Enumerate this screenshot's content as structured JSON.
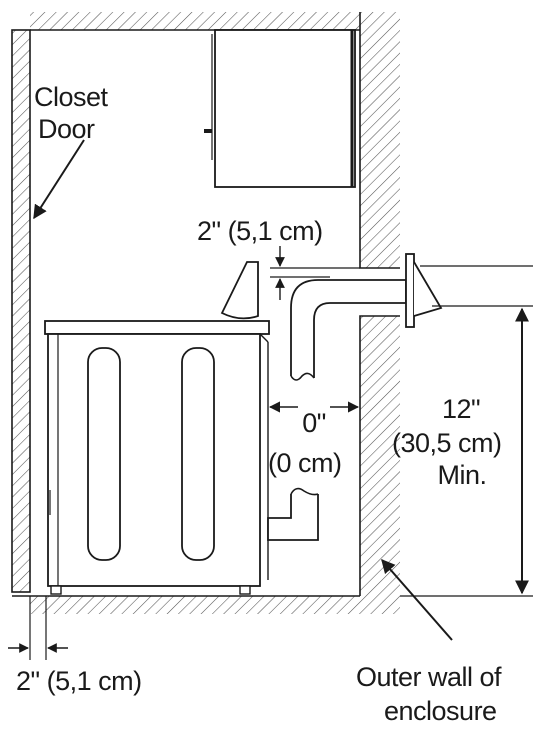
{
  "labels": {
    "closet_door_line1": "Closet",
    "closet_door_line2": "Door",
    "top_clearance": "2\" (5,1 cm)",
    "side_clearance_in": "0\"",
    "side_clearance_cm": "(0 cm)",
    "vent_height_in": "12\"",
    "vent_height_cm": "(30,5 cm)",
    "vent_height_min": "Min.",
    "bottom_clearance": "2\" (5,1 cm)",
    "outer_wall_line1": "Outer wall of",
    "outer_wall_line2": "enclosure"
  },
  "colors": {
    "line": "#1a1a1a",
    "hatch": "#444444",
    "background": "#ffffff"
  }
}
